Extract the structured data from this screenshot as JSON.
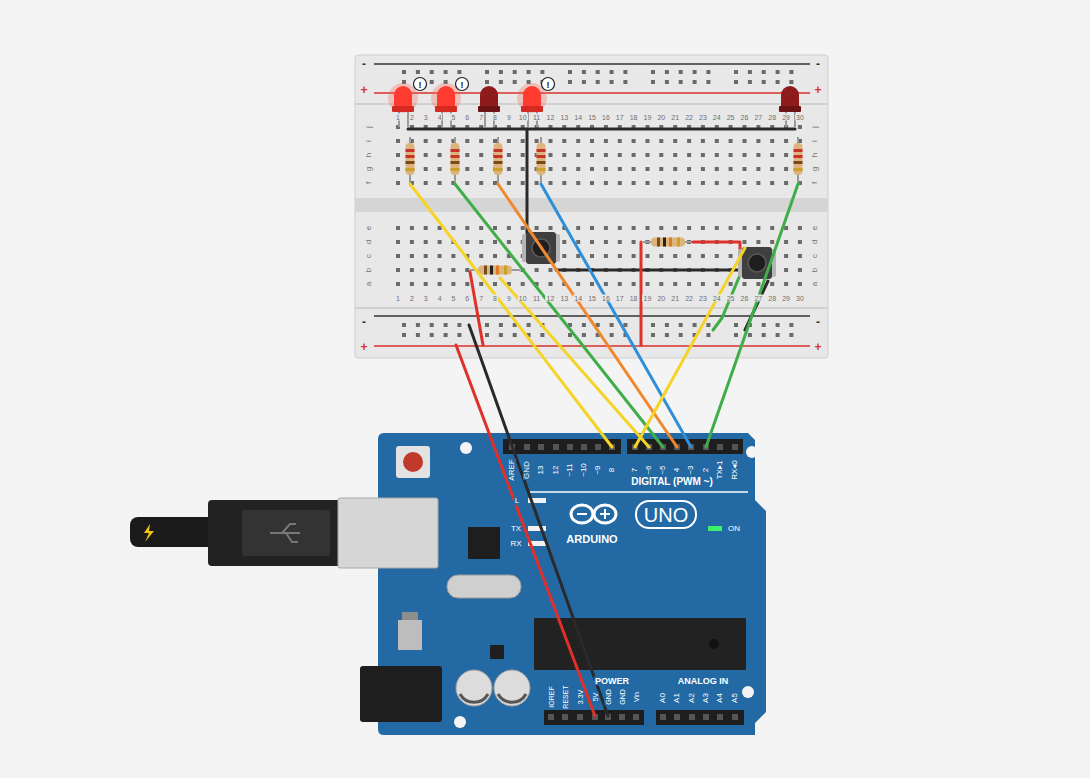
{
  "diagram": {
    "labels": [
      "1",
      "2",
      "3",
      "4",
      "5",
      "6",
      "7",
      "8",
      "9",
      "10",
      "11",
      "12",
      "13",
      "14",
      "15",
      "16",
      "17",
      "18",
      "19",
      "20",
      "21",
      "22",
      "23",
      "24",
      "25",
      "26",
      "27",
      "28",
      "29",
      "30",
      "1",
      "2",
      "3",
      "4",
      "5",
      "6",
      "7",
      "8",
      "9",
      "10",
      "11",
      "12",
      "13",
      "14",
      "15",
      "16",
      "17",
      "18",
      "19",
      "20",
      "21",
      "22",
      "23",
      "24",
      "25",
      "26",
      "27",
      "28",
      "29",
      "30",
      "j",
      "i",
      "h",
      "g",
      "f",
      "e",
      "d",
      "c",
      "b",
      "a",
      "j",
      "i",
      "h",
      "g",
      "f",
      "e",
      "d",
      "c",
      "b",
      "a",
      "-",
      "+",
      "-",
      "+",
      "-",
      "+",
      "-",
      "+",
      "!",
      "!",
      "!",
      "AREF",
      "GND",
      "13",
      "12",
      "~11",
      "~10",
      "~9",
      "8",
      "7",
      "~6",
      "~5",
      "4",
      "~3",
      "2",
      "TX▸1",
      "RX◂0",
      "DIGITAL (PWM ~)",
      "L",
      "TX",
      "RX",
      "ARDUINO",
      "UNO",
      "ON",
      "IOREF",
      "RESET",
      "3.3V",
      "5V",
      "GND",
      "GND",
      "Vin",
      "POWER",
      "ANALOG IN",
      "A0",
      "A1",
      "A2",
      "A3",
      "A4",
      "A5"
    ]
  }
}
